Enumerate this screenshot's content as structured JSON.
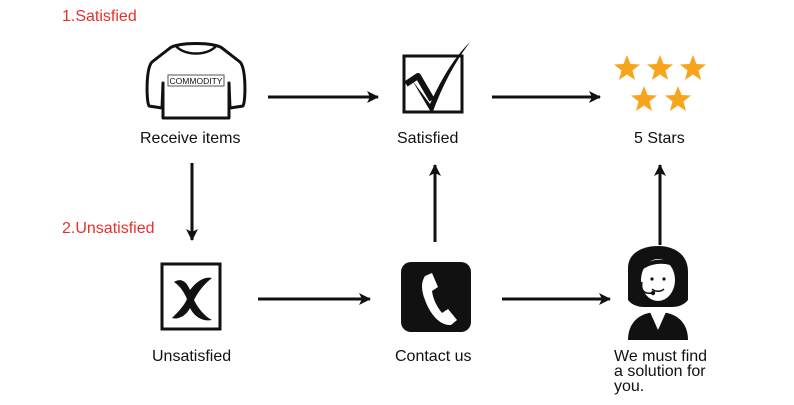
{
  "sections": {
    "satisfied_label": "1.Satisfied",
    "unsatisfied_label": "2.Unsatisfied"
  },
  "nodes": {
    "receive_items": {
      "caption": "Receive items",
      "shirt_text": "COMMODITY"
    },
    "satisfied": {
      "caption": "Satisfied"
    },
    "five_stars": {
      "caption": "5 Stars"
    },
    "unsatisfied": {
      "caption": "Unsatisfied"
    },
    "contact_us": {
      "caption": "Contact us"
    },
    "solution": {
      "caption_lines": [
        "We must find",
        "a solution for",
        "you."
      ]
    }
  },
  "colors": {
    "section_label": "#e8302a",
    "star": "#f7a51c",
    "ink": "#111111"
  },
  "icons": {
    "receive_items": "sweater-icon",
    "satisfied": "checkbox-check-icon",
    "five_stars": "stars-icon",
    "unsatisfied": "checkbox-x-icon",
    "contact_us": "phone-icon",
    "solution": "support-agent-icon"
  }
}
